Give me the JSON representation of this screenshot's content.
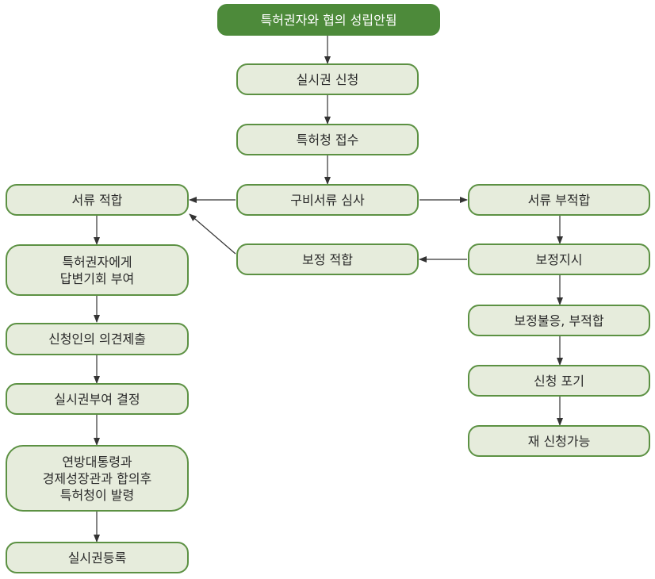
{
  "nodes": {
    "top": "특허권자와 협의 성립안됨",
    "apply": "실시권 신청",
    "receipt": "특허청 접수",
    "review": "구비서류 심사",
    "docs_ok": "서류 적합",
    "docs_bad": "서류 부적합",
    "amend_ok": "보정 적합",
    "amend_order": "보정지시",
    "reply": "특허권자에게\n답변기회 부여",
    "opinion": "신청인의 의견제출",
    "amend_fail": "보정불응, 부적합",
    "decision": "실시권부여 결정",
    "withdraw": "신청 포기",
    "reapply": "재 신청가능",
    "approval": "연방대통령과\n경제성장관과 합의후\n특허청이 발령",
    "register": "실시권등록"
  },
  "colors": {
    "header_fill": "#4d8a3a",
    "box_fill": "#e6ecdc",
    "box_border": "#5c9143",
    "arrow": "#333333"
  }
}
